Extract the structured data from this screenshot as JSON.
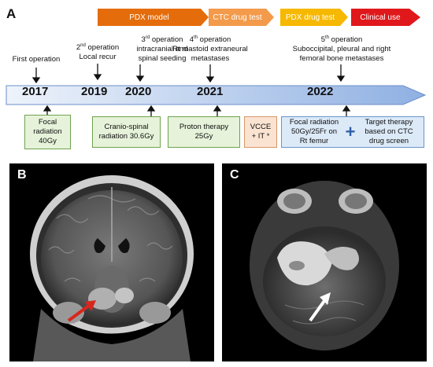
{
  "panels": {
    "a_label": "A",
    "b_label": "B",
    "c_label": "C"
  },
  "phases": [
    {
      "label": "PDX model",
      "color": "#e46c0a"
    },
    {
      "label": "CTC drug test",
      "color": "#f39a4b"
    },
    {
      "label": "PDX drug test",
      "color": "#f6b800"
    },
    {
      "label": "Clinical use",
      "color": "#e0181b"
    }
  ],
  "events": {
    "first": "First operation",
    "second_sup": "nd",
    "second_rest": " operation",
    "second_line2": "Local recur",
    "third_sup": "rd",
    "third_rest": " operation",
    "third_line2": "intracranial  and",
    "third_line3": "spinal seeding",
    "fourth_sup": "th",
    "fourth_rest": " operation",
    "fourth_line2": "Rt mastoid extraneural",
    "fourth_line3": "metastases",
    "fifth_sup": "th",
    "fifth_rest": " operation",
    "fifth_line2": "Suboccipital, pleural and right",
    "fifth_line3": "femoral bone metastases",
    "second_num": "2",
    "third_num": "3",
    "fourth_num": "4",
    "fifth_num": "5"
  },
  "years": [
    "2017",
    "2019",
    "2020",
    "2021",
    "2022"
  ],
  "treatments": {
    "focal1_l1": "Focal",
    "focal1_l2": "radiation",
    "focal1_l3": "40Gy",
    "cranio_l1": "Cranio-spinal",
    "cranio_l2": "radiation 30.6Gy",
    "proton_l1": "Proton therapy",
    "proton_l2": "25Gy",
    "vcce_l1": "VCCE",
    "vcce_l2": "+ IT *",
    "focal2_l1": "Focal radiation",
    "focal2_l2": "50Gy/25Fr on",
    "focal2_l3": "Rt femur",
    "plus": "+",
    "target_l1": "Target therapy",
    "target_l2": "based on CTC",
    "target_l3": "drug screen"
  },
  "colors": {
    "timeline_start": "#eef3fb",
    "timeline_end": "#8fb0e2",
    "timeline_border": "#6b8fc9",
    "arrow_red": "#d9261c",
    "arrow_white": "#ffffff",
    "plus": "#2e5fa8"
  }
}
